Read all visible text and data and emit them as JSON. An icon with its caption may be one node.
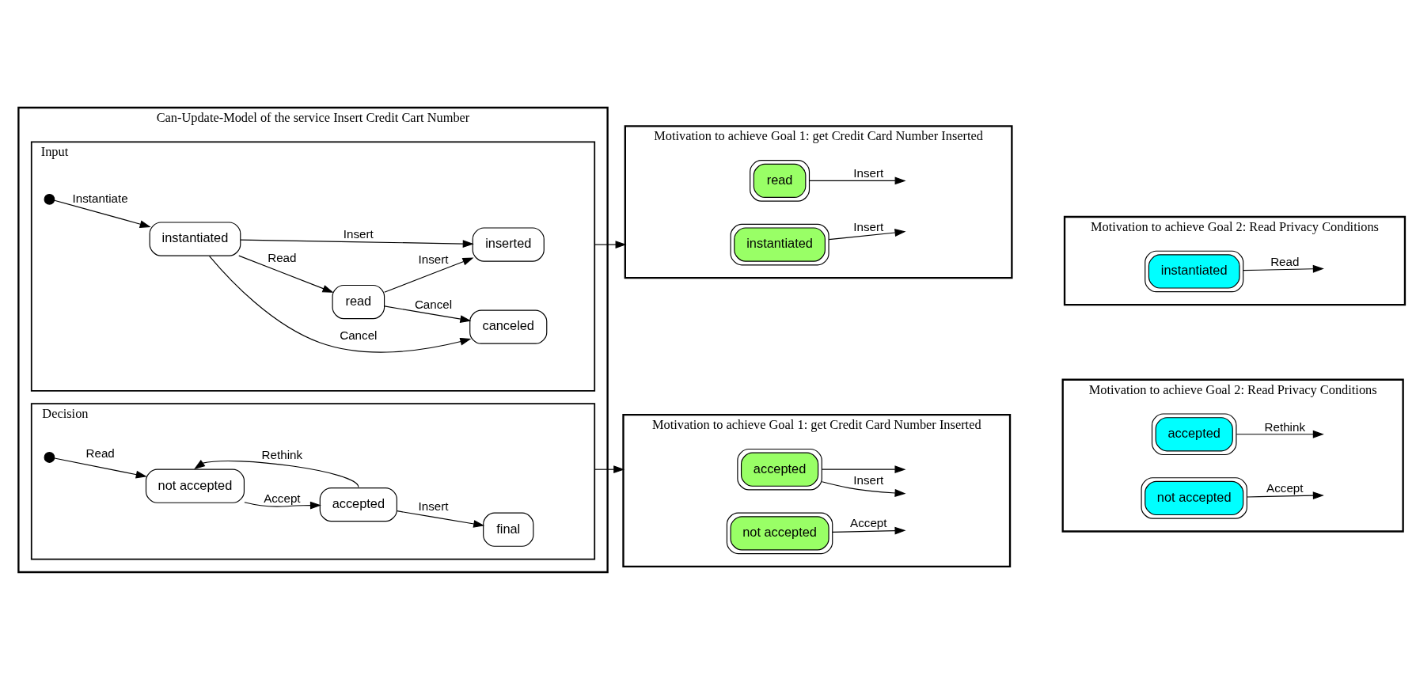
{
  "diagram": {
    "nodes": [
      {
        "text": [
          "Can-Update-Model of the service Insert Credit Cart Number"
        ]
      },
      {
        "text": [
          "Input"
        ],
        "in": 0
      },
      {
        "text": [],
        "shape": "circle",
        "in": 1
      },
      {
        "text": [
          "instantiated"
        ],
        "in": 1
      },
      {
        "text": [
          "inserted"
        ],
        "in": 1
      },
      {
        "text": [
          "canceled"
        ],
        "in": 1
      },
      {
        "text": [
          "read"
        ],
        "in": 1
      },
      {
        "text": [
          "Decision"
        ],
        "in": 0
      },
      {
        "text": [],
        "shape": "circle",
        "in": 7
      },
      {
        "text": [
          "not accepted"
        ],
        "in": 7
      },
      {
        "text": [
          "accepted"
        ],
        "in": 7
      },
      {
        "text": [
          "final"
        ],
        "in": 7
      },
      {
        "text": [
          "Motivation to achieve Goal 1: get Credit Card Number Inserted"
        ]
      },
      {
        "text": [
          "instantiated"
        ],
        "in": 12
      },
      {
        "text": [
          "read"
        ],
        "in": 12
      },
      {
        "text": [
          "Motivation to achieve Goal 2: Read Privacy Conditions"
        ]
      },
      {
        "text": [
          "instantiated"
        ],
        "in": 15
      },
      {
        "text": [
          "Motivation to achieve Goal 1: get Credit Card Number Inserted"
        ]
      },
      {
        "text": [
          "accepted"
        ],
        "in": 17
      },
      {
        "text": [
          "not accepted"
        ],
        "in": 17
      },
      {
        "text": [
          "Motivation to achieve Goal 2: Read Privacy Conditions"
        ]
      },
      {
        "text": [
          "accepted"
        ],
        "in": 20
      },
      {
        "text": [
          "not accepted"
        ],
        "in": 20
      }
    ],
    "edges": [
      {
        "from": 2,
        "to": 3,
        "arrow": "to",
        "label": "Instantiate"
      },
      {
        "from": 3,
        "to": 4,
        "arrow": "to",
        "label": "Insert"
      },
      {
        "from": 3,
        "to": 5,
        "arrow": "to",
        "label": "Cancel"
      },
      {
        "from": 3,
        "to": 6,
        "arrow": "to",
        "label": "Read"
      },
      {
        "from": 6,
        "to": 4,
        "arrow": "to",
        "label": "Insert"
      },
      {
        "from": 6,
        "to": 5,
        "arrow": "to",
        "label": "Cancel"
      },
      {
        "from": 8,
        "to": 9,
        "arrow": "to",
        "label": "Read"
      },
      {
        "from": 9,
        "to": 10,
        "arrow": "to",
        "label": "Accept"
      },
      {
        "from": 10,
        "to": 11,
        "arrow": "to",
        "label": "Insert"
      },
      {
        "from": 10,
        "to": 9,
        "arrow": "to",
        "label": "Rethink"
      },
      {
        "from": 1,
        "to": 12,
        "arrow": "to"
      },
      {
        "from": 7,
        "to": 17,
        "arrow": "to"
      },
      {
        "from": 13,
        "to": null,
        "arrow": "to",
        "label": "Insert"
      },
      {
        "from": 14,
        "to": null,
        "arrow": "to",
        "label": "Insert"
      },
      {
        "from": 16,
        "to": null,
        "arrow": "to",
        "label": "Read"
      },
      {
        "from": 18,
        "to": null,
        "arrow": "to",
        "label": "Insert"
      },
      {
        "from": 18,
        "to": null,
        "arrow": "to"
      },
      {
        "from": 19,
        "to": null,
        "arrow": "to",
        "label": "Accept"
      },
      {
        "from": 21,
        "to": null,
        "arrow": "to",
        "label": "Rethink"
      },
      {
        "from": 22,
        "to": null,
        "arrow": "to",
        "label": "Accept"
      }
    ]
  }
}
